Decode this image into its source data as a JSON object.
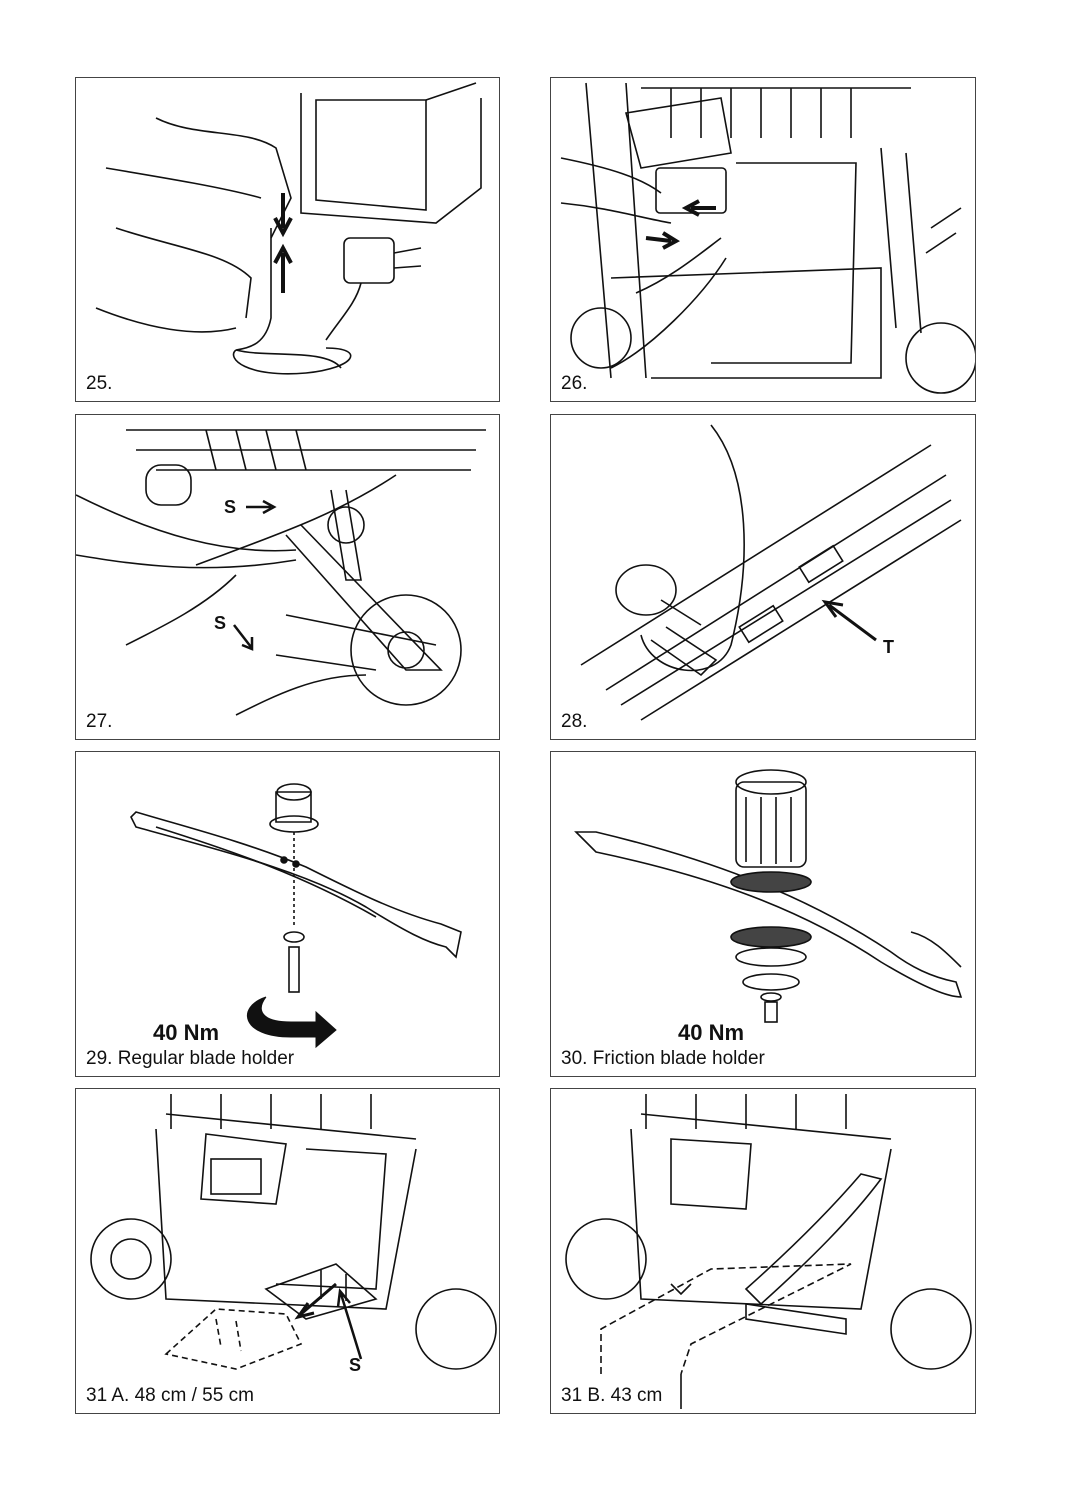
{
  "panels": [
    {
      "id": "fig25",
      "caption": "25."
    },
    {
      "id": "fig26",
      "caption": "26."
    },
    {
      "id": "fig27",
      "caption": "27.",
      "labels": [
        "S",
        "S"
      ]
    },
    {
      "id": "fig28",
      "caption": "28.",
      "labels": [
        "T"
      ]
    },
    {
      "id": "fig29",
      "caption": "29. Regular blade holder",
      "torque": "40 Nm"
    },
    {
      "id": "fig30",
      "caption": "30. Friction blade holder",
      "torque": "40 Nm"
    },
    {
      "id": "fig31a",
      "caption": "31 A. 48 cm / 55 cm",
      "labels": [
        "S"
      ]
    },
    {
      "id": "fig31b",
      "caption": "31 B. 43 cm"
    }
  ],
  "icons": {
    "arrow": "arrow-icon",
    "rotation": "rotation-arrow-icon"
  }
}
